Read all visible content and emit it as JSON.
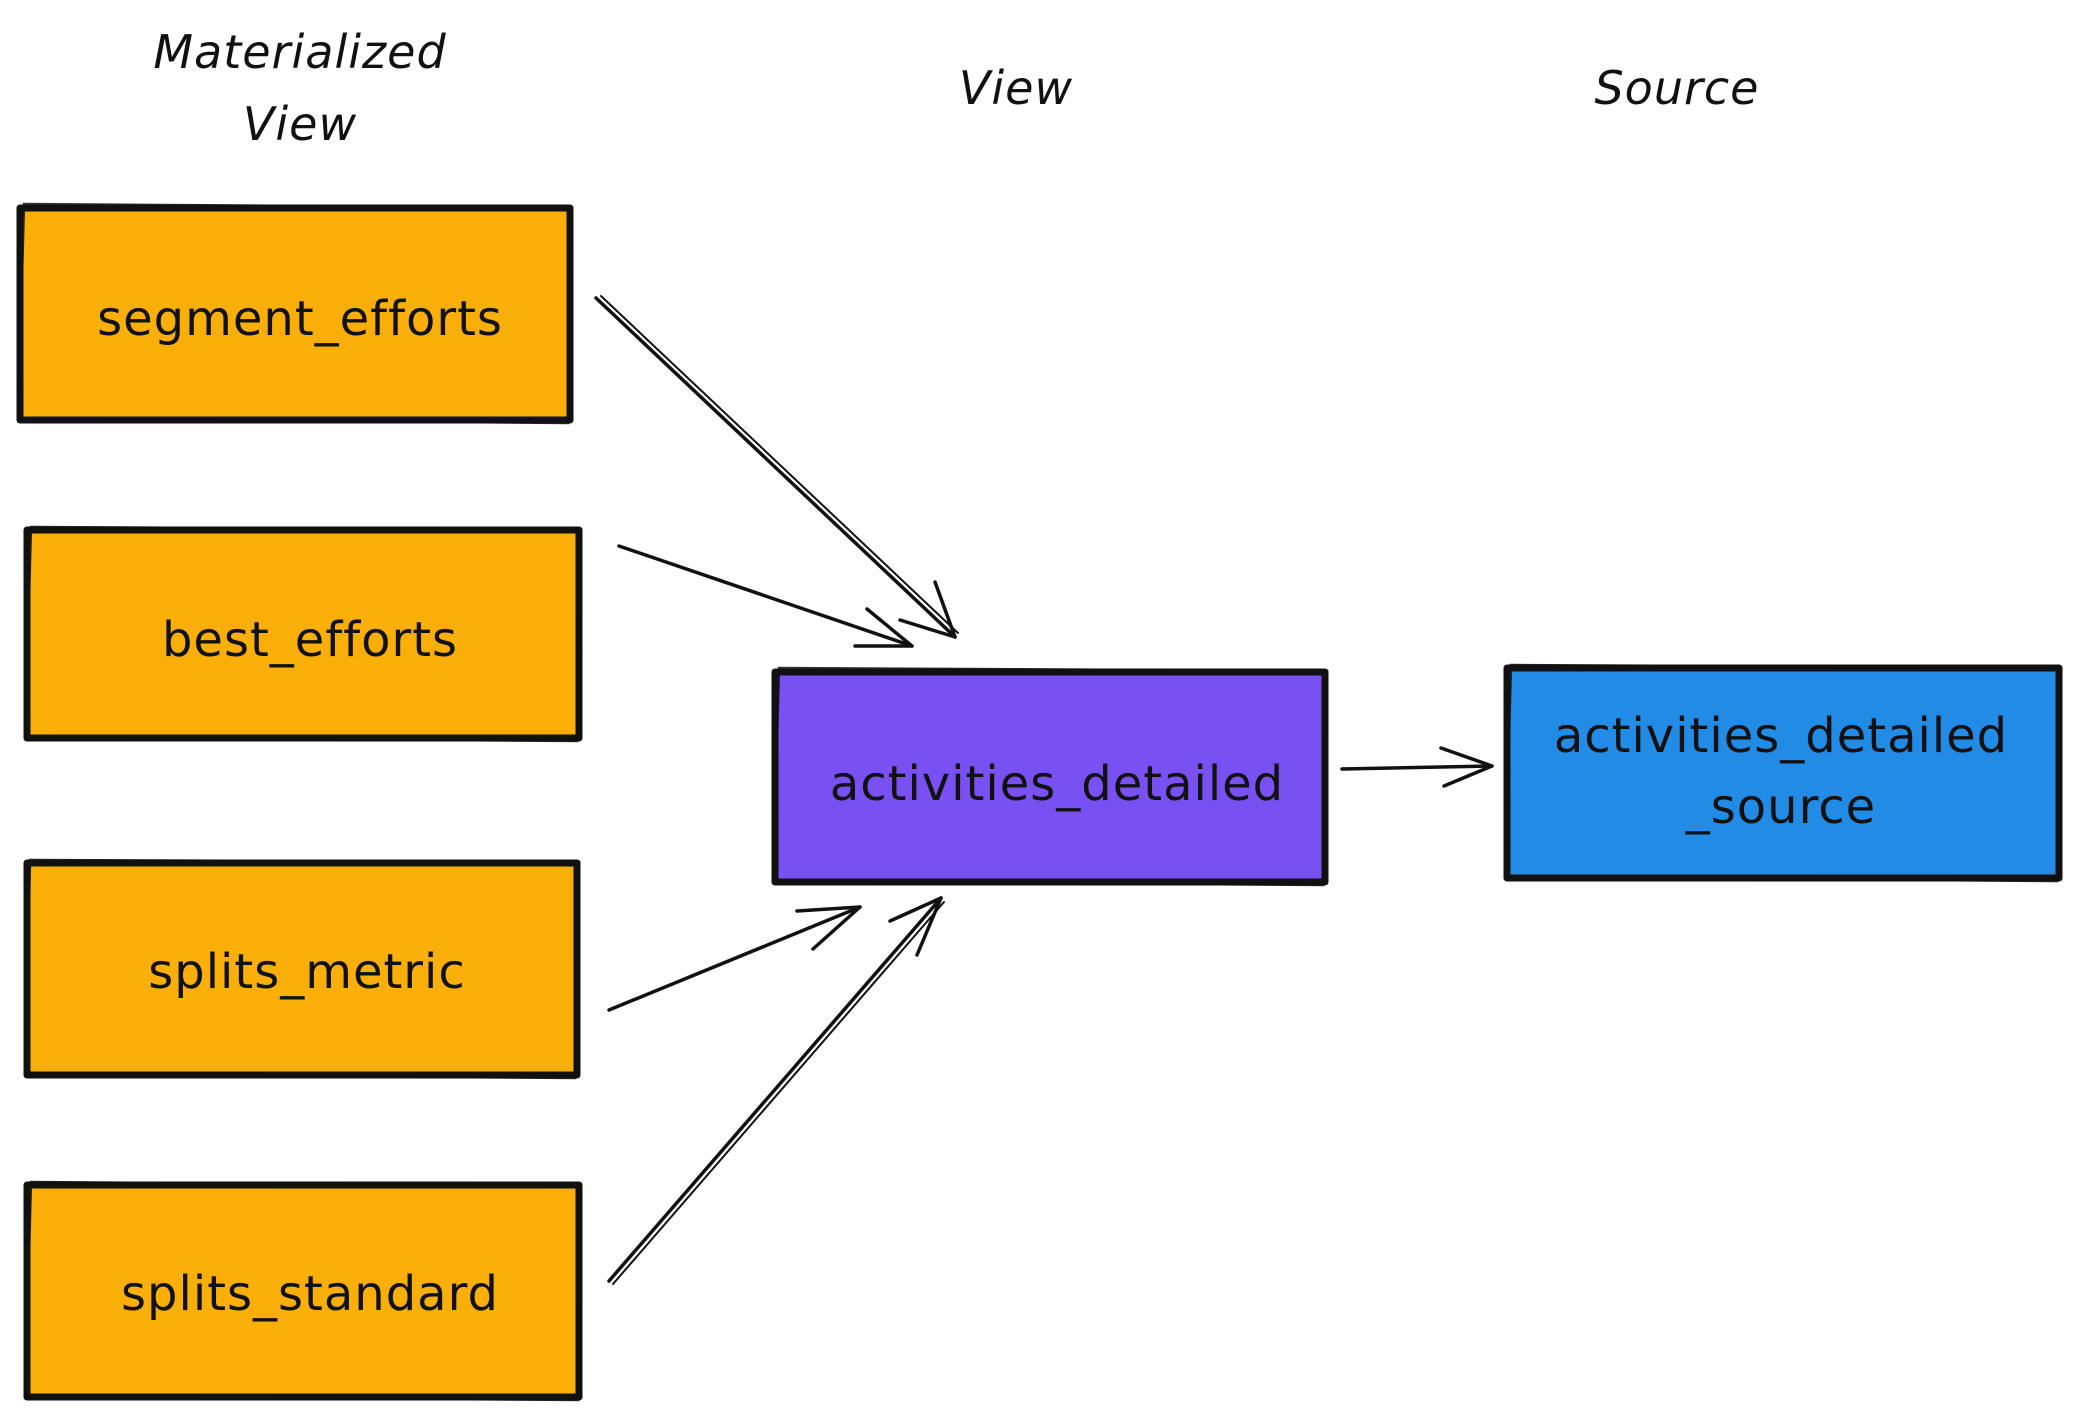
{
  "columns": {
    "materialized_view": [
      "Materialized",
      "View"
    ],
    "view": "View",
    "source": "Source"
  },
  "nodes": {
    "segment_efforts": "segment_efforts",
    "best_efforts": "best_efforts",
    "splits_metric": "splits_metric",
    "splits_standard": "splits_standard",
    "activities_detailed": "activities_detailed",
    "activities_detailed_source": [
      "activities_detailed",
      "_source"
    ]
  },
  "colors": {
    "materialized_view": "#F9AF08",
    "view": "#7950F2",
    "source": "#228BE6",
    "stroke": "#111111"
  },
  "edges": [
    {
      "from": "segment_efforts",
      "to": "activities_detailed"
    },
    {
      "from": "best_efforts",
      "to": "activities_detailed"
    },
    {
      "from": "splits_metric",
      "to": "activities_detailed"
    },
    {
      "from": "splits_standard",
      "to": "activities_detailed"
    },
    {
      "from": "activities_detailed",
      "to": "activities_detailed_source"
    }
  ]
}
